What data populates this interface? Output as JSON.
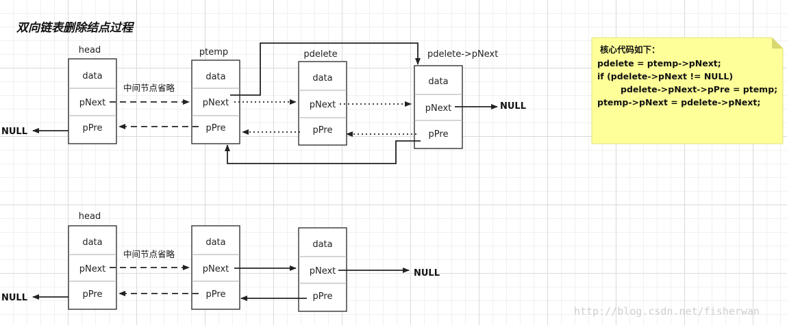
{
  "title": "双向链表删除结点过程",
  "fields": {
    "data": "data",
    "next": "pNext",
    "prev": "pPre"
  },
  "node_labels": {
    "head": "head",
    "ptemp": "ptemp",
    "pdelete": "pdelete",
    "pdelete_next": "pdelete->pNext"
  },
  "middle_omitted": "中间节点省略",
  "null_text": "NULL",
  "note": {
    "heading": "核心代码如下：",
    "lines": [
      "pdelete = ptemp->pNext;",
      "if (pdelete->pNext != NULL)",
      "pdelete->pNext->pPre = ptemp;",
      "ptemp->pNext = pdelete->pNext;"
    ],
    "color": "#ffff99"
  },
  "watermark": "http://blog.csdn.net/fisherwan"
}
